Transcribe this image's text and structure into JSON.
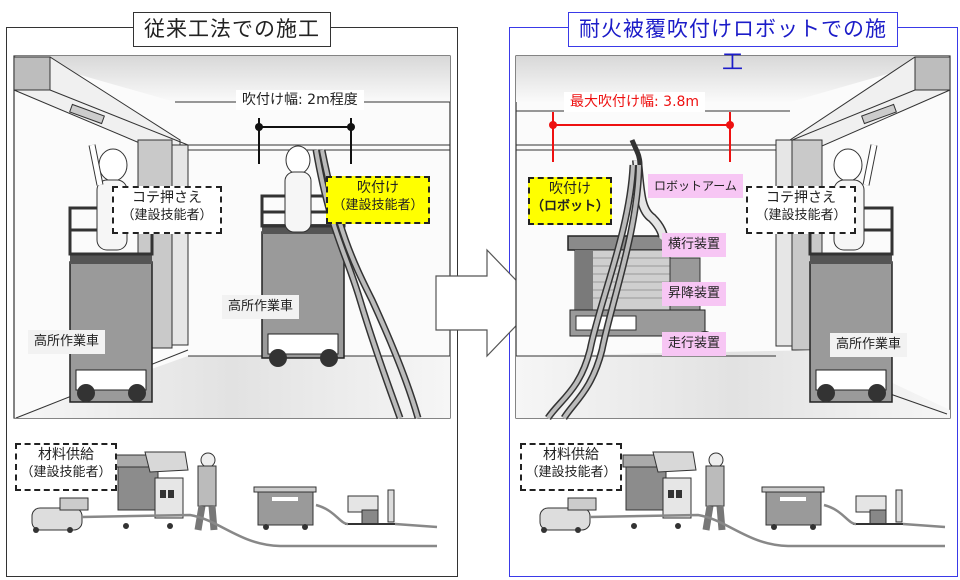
{
  "left_panel": {
    "title": "従来工法での施工",
    "spray_width": "吹付け幅: 2m程度",
    "trowel_worker": {
      "role": "コテ押さえ",
      "who": "（建設技能者）"
    },
    "spray_worker": {
      "role": "吹付け",
      "who": "（建設技能者）"
    },
    "aerial_vehicle_1": "高所作業車",
    "aerial_vehicle_2": "高所作業車",
    "material_supply": {
      "role": "材料供給",
      "who": "（建設技能者）"
    }
  },
  "right_panel": {
    "title": "耐火被覆吹付けロボットでの施工",
    "max_spray_width": "最大吹付け幅: 3.8m",
    "spray_robot": {
      "role": "吹付け",
      "who": "（ロボット）"
    },
    "robot_parts": {
      "arm": "ロボットアーム",
      "traverse": "横行装置",
      "lift": "昇降装置",
      "travel": "走行装置"
    },
    "trowel_worker": {
      "role": "コテ押さえ",
      "who": "（建設技能者）"
    },
    "aerial_vehicle": "高所作業車",
    "material_supply": {
      "role": "材料供給",
      "who": "（建設技能者）"
    }
  },
  "colors": {
    "robot_accent": "#1c1cc8",
    "width_highlight": "#ee1111",
    "spray_highlight": "#ffff00",
    "robot_part_label": "#f7c6f4"
  }
}
